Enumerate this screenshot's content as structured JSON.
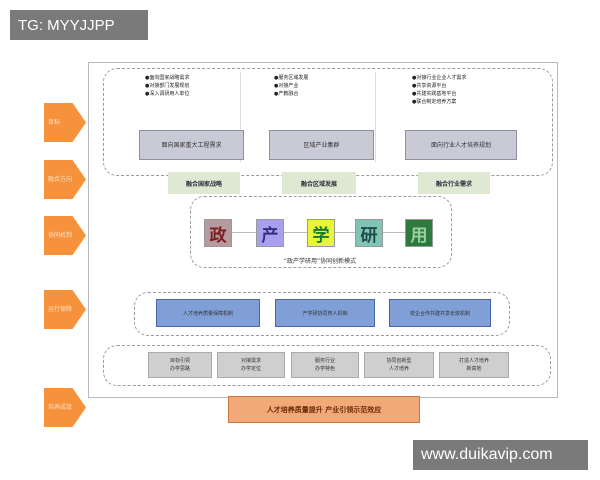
{
  "watermarks": {
    "top_left": "TG: MYYJJPP",
    "bottom_right": "www.duikavip.com"
  },
  "side_labels": [
    "目标",
    "融合方向",
    "协同机制",
    "运行保障",
    "培养成效"
  ],
  "top_columns": [
    {
      "bullets": [
        "●面向国家战略需求",
        "●对接部门发展规划",
        "●深入调研用人单位"
      ],
      "box": "面向国家重大工程需求"
    },
    {
      "bullets": [
        "●服务区域发展",
        "●对接产业",
        "●产教融合"
      ],
      "box": "区域产业集群"
    },
    {
      "bullets": [
        "●对接行业企业人才需求",
        "●共享资源平台",
        "●共建实践基地平台",
        "●联合制定培养方案"
      ],
      "box": "面向行业人才培养规划"
    }
  ],
  "fusion_labels": [
    "融合国家战略",
    "融合区域发展",
    "融合行业需求"
  ],
  "chars": [
    {
      "text": "政",
      "bg": "#b59aa0",
      "fg": "#7a1f1f"
    },
    {
      "text": "产",
      "bg": "#a8a0ee",
      "fg": "#3a2a80"
    },
    {
      "text": "学",
      "bg": "#e8f53a",
      "fg": "#1a7a30"
    },
    {
      "text": "研",
      "bg": "#7fc4b4",
      "fg": "#1f4a48"
    },
    {
      "text": "用",
      "bg": "#2e7a3e",
      "fg": "#9ad0a0"
    }
  ],
  "mode_caption": "“政产学研用”协同创新模式",
  "blue_boxes": [
    "人才培养质量保障机制",
    "产学研协同育人机制",
    "校企合作共建共享长效机制"
  ],
  "gray_boxes": [
    "目标引领\n办学思路",
    "对接需求\n办学定位",
    "服务行业\n办学特色",
    "协同创新型\n人才培养",
    "打造人才培养\n新高地"
  ],
  "result": "人才培养质量提升  产业引领示范效应"
}
